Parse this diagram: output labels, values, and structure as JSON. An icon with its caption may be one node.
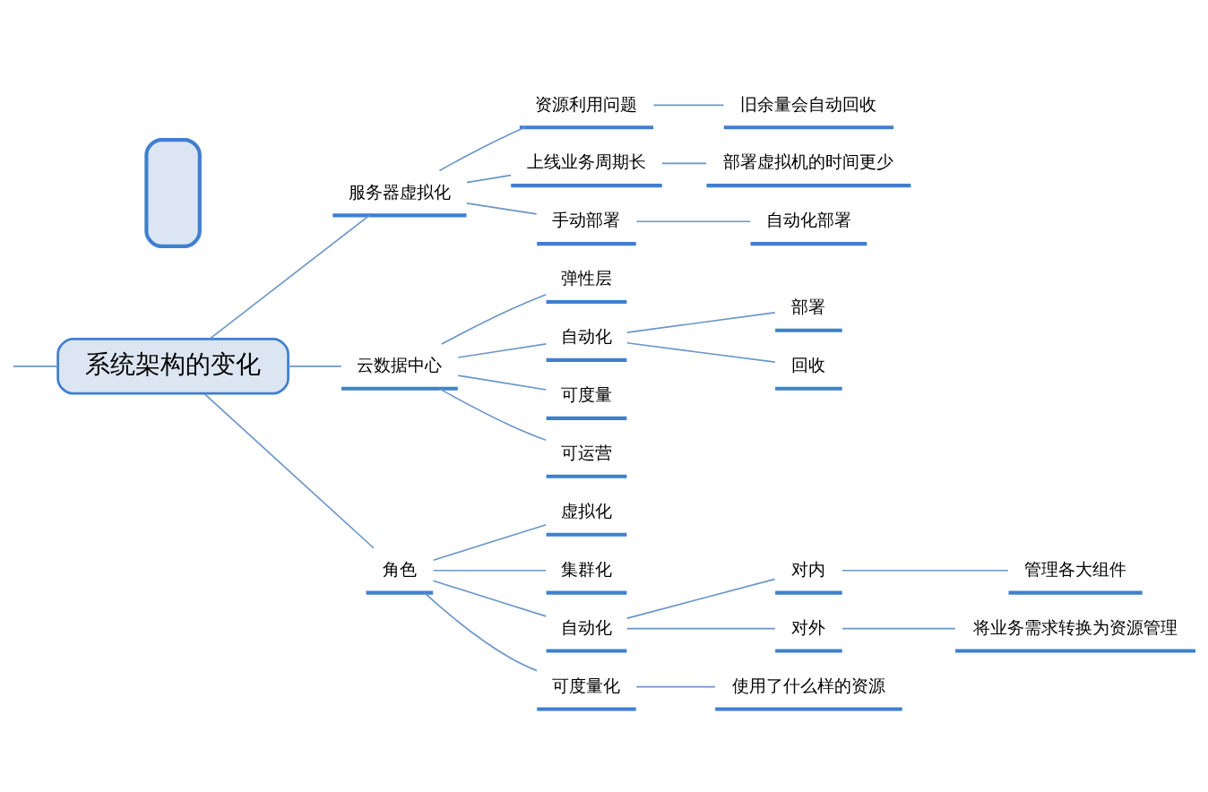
{
  "diagram": {
    "nodes": [
      {
        "text": [],
        "shape": "box"
      },
      {
        "text": [
          "系统架构的变化"
        ]
      },
      {
        "text": [
          "服务器虚拟化"
        ]
      },
      {
        "text": [
          "资源利用问题"
        ]
      },
      {
        "text": [
          "旧余量会自动回收"
        ]
      },
      {
        "text": [
          "上线业务周期长"
        ]
      },
      {
        "text": [
          "部署虚拟机的时间更少"
        ]
      },
      {
        "text": [
          "手动部署"
        ]
      },
      {
        "text": [
          "自动化部署"
        ]
      },
      {
        "text": [
          "云数据中心"
        ]
      },
      {
        "text": [
          "弹性层"
        ]
      },
      {
        "text": [
          "自动化"
        ]
      },
      {
        "text": [
          "部署"
        ]
      },
      {
        "text": [
          "回收"
        ]
      },
      {
        "text": [
          "可度量"
        ]
      },
      {
        "text": [
          "可运营"
        ]
      },
      {
        "text": [
          "角色"
        ]
      },
      {
        "text": [
          "虚拟化"
        ]
      },
      {
        "text": [
          "集群化"
        ]
      },
      {
        "text": [
          "自动化"
        ]
      },
      {
        "text": [
          "对内"
        ]
      },
      {
        "text": [
          "管理各大组件"
        ]
      },
      {
        "text": [
          "对外"
        ]
      },
      {
        "text": [
          "将业务需求转换为资源管理"
        ]
      },
      {
        "text": [
          "可度量化"
        ]
      },
      {
        "text": [
          "使用了什么样的资源"
        ]
      }
    ],
    "edges": [
      {
        "from": null,
        "to": 1,
        "arrow": "none"
      },
      {
        "from": 1,
        "to": 2,
        "arrow": "none"
      },
      {
        "from": 1,
        "to": 9,
        "arrow": "none"
      },
      {
        "from": 1,
        "to": 16,
        "arrow": "none"
      },
      {
        "from": 2,
        "to": 3,
        "arrow": "none"
      },
      {
        "from": 2,
        "to": 5,
        "arrow": "none"
      },
      {
        "from": 2,
        "to": 7,
        "arrow": "none"
      },
      {
        "from": 3,
        "to": 4,
        "arrow": "none"
      },
      {
        "from": 5,
        "to": 6,
        "arrow": "none"
      },
      {
        "from": 7,
        "to": 8,
        "arrow": "none"
      },
      {
        "from": 9,
        "to": 10,
        "arrow": "none"
      },
      {
        "from": 9,
        "to": 11,
        "arrow": "none"
      },
      {
        "from": 9,
        "to": 14,
        "arrow": "none"
      },
      {
        "from": 9,
        "to": 15,
        "arrow": "none"
      },
      {
        "from": 11,
        "to": 12,
        "arrow": "none"
      },
      {
        "from": 11,
        "to": 13,
        "arrow": "none"
      },
      {
        "from": 16,
        "to": 17,
        "arrow": "none"
      },
      {
        "from": 16,
        "to": 18,
        "arrow": "none"
      },
      {
        "from": 16,
        "to": 19,
        "arrow": "none"
      },
      {
        "from": 16,
        "to": 24,
        "arrow": "none"
      },
      {
        "from": 19,
        "to": 20,
        "arrow": "none"
      },
      {
        "from": 19,
        "to": 22,
        "arrow": "none"
      },
      {
        "from": 20,
        "to": 21,
        "arrow": "none"
      },
      {
        "from": 22,
        "to": 23,
        "arrow": "none"
      },
      {
        "from": 24,
        "to": 25,
        "arrow": "none"
      }
    ]
  }
}
